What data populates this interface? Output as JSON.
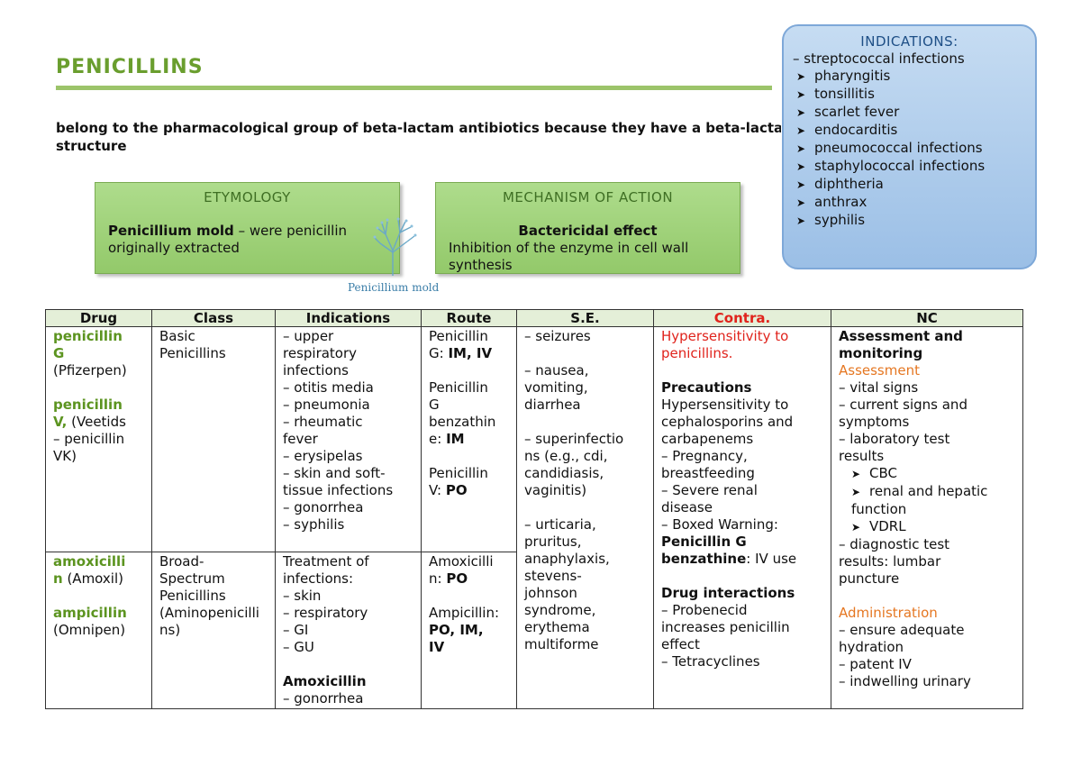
{
  "title": "PENICILLINS",
  "intro": {
    "line1": "belong to the pharmacological group of beta-lactam antibiotics because they have a beta-lactam",
    "line2": "structure"
  },
  "etymology": {
    "heading": "ETYMOLOGY",
    "term": "Penicillium mold",
    "text1": " – were penicillin",
    "text2": "originally extracted"
  },
  "mechanism": {
    "heading": "MECHANISM OF ACTION",
    "effect": "Bactericidal effect",
    "text1": "Inhibition of the enzyme in cell wall",
    "text2": "synthesis"
  },
  "image_caption": "Penicillium mold",
  "indications_box": {
    "heading": "INDICATIONS:",
    "sub": "–  streptococcal infections",
    "items": [
      "pharyngitis",
      "tonsillitis",
      "scarlet fever",
      "endocarditis",
      "pneumococcal infections",
      "staphylococcal infections",
      "diphtheria",
      "anthrax",
      "syphilis"
    ]
  },
  "table": {
    "headers": [
      "Drug",
      "Class",
      "Indications",
      "Route",
      "S.E.",
      "Contra.",
      "NC"
    ],
    "header_colors": {
      "contra": "#e0231c"
    },
    "row1": {
      "drug1_a": "penicillin",
      "drug1_b": "G",
      "drug1_brand": "(Pfizerpen)",
      "drug2_a": "penicillin",
      "drug2_b": "V,",
      "drug2_brand1": " (Veetids",
      "drug2_brand2": "– penicillin",
      "drug2_brand3": "VK)",
      "class1": "Basic",
      "class2": "Penicillins",
      "indications": [
        "–  upper",
        "respiratory",
        "infections",
        "–  otitis media",
        "–  pneumonia",
        "–  rheumatic",
        "fever",
        "–  erysipelas",
        "–  skin and soft-",
        "tissue infections",
        "–  gonorrhea",
        "–  syphilis"
      ],
      "route1_a": "Penicillin",
      "route1_b": "G: ",
      "route1_c": "IM, IV",
      "route2_a": "Penicillin",
      "route2_b": "G",
      "route2_c": "benzathin",
      "route2_d": "e: ",
      "route2_e": "IM",
      "route3_a": "Penicillin",
      "route3_b": "V: ",
      "route3_c": "PO"
    },
    "se": [
      "–  seizures",
      "",
      "–  nausea,",
      "vomiting,",
      "diarrhea",
      "",
      "–  superinfectio",
      "ns (e.g., cdi,",
      "candidiasis,",
      "vaginitis)",
      "",
      "–  urticaria,",
      "pruritus,",
      "anaphylaxis,",
      "stevens-",
      "johnson",
      "syndrome,",
      "erythema",
      "multiforme"
    ],
    "contra": {
      "hyper1": "Hypersensitivity to",
      "hyper2": "penicillins.",
      "precautions": "Precautions",
      "prec_lines": [
        "Hypersensitivity to",
        "cephalosporins and",
        "carbapenems",
        "–  Pregnancy,",
        "breastfeeding",
        "–  Severe renal",
        "disease",
        "–  Boxed Warning:"
      ],
      "pen_g": "Penicillin G",
      "benz": "benzathine",
      "iv_use": ": IV use",
      "drug_int": "Drug interactions",
      "int_lines": [
        "–  Probenecid",
        "increases penicillin",
        "effect",
        "–  Tetracyclines"
      ]
    },
    "nc": {
      "heading1": "Assessment and",
      "heading2": "monitoring",
      "assessment": "Assessment",
      "a_lines": [
        "–  vital signs",
        "–  current signs and",
        "symptoms",
        "–  laboratory test",
        "results"
      ],
      "cbc": "CBC",
      "renal1": "renal and hepatic",
      "renal2": "function",
      "vdrl": "VDRL",
      "diag": [
        "–  diagnostic test",
        "results: lumbar",
        "puncture"
      ],
      "administration": "Administration",
      "adm_lines": [
        "–  ensure adequate",
        "hydration",
        "–  patent IV",
        "–  indwelling urinary"
      ]
    },
    "row2": {
      "drug1_a": "amoxicilli",
      "drug1_b": "n",
      "drug1_brand": " (Amoxil)",
      "drug2": "ampicillin",
      "drug2_brand": "(Omnipen)",
      "class": [
        "Broad-",
        "Spectrum",
        "Penicillins",
        "(Aminopenicilli",
        "ns)"
      ],
      "ind_head1": "Treatment of",
      "ind_head2": "infections:",
      "ind_items": [
        "–   skin",
        "–   respiratory",
        "–   GI",
        "–   GU"
      ],
      "amox_label": "Amoxicillin",
      "amox_item": "–   gonorrhea",
      "route1_a": "Amoxicilli",
      "route1_b": "n: ",
      "route1_c": "PO",
      "route2_a": "Ampicillin:",
      "route2_b": "PO, IM,",
      "route2_c": "IV"
    }
  }
}
